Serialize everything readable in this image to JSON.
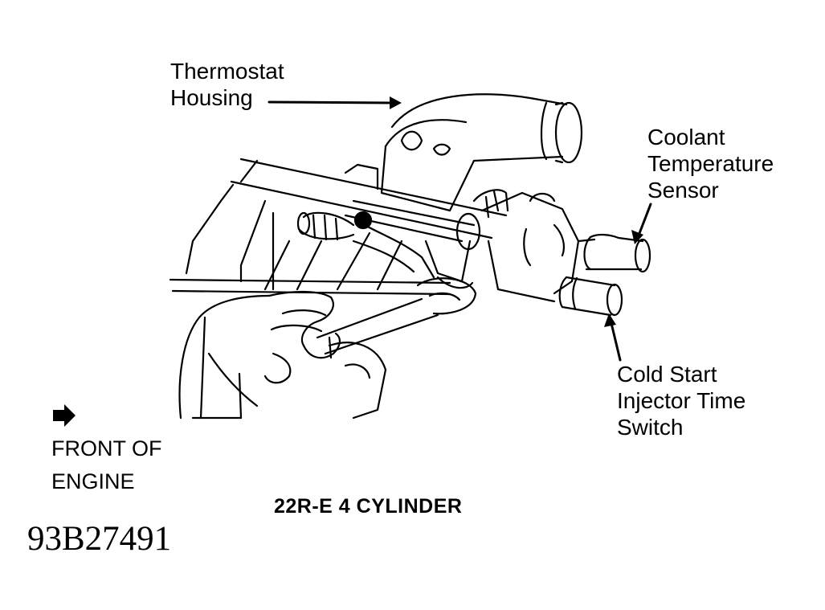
{
  "labels": {
    "thermostat_housing": [
      "Thermostat",
      "Housing"
    ],
    "coolant_temperature_sensor": [
      "Coolant",
      "Temperature",
      "Sensor"
    ],
    "cold_start_injector_time_switch": [
      "Cold Start",
      "Injector Time",
      "Switch"
    ],
    "front_of_engine": [
      "FRONT OF",
      "ENGINE"
    ]
  },
  "caption": "22R-E 4 CYLINDER",
  "figure_number": "93B27491",
  "icons": {
    "front_arrow": "right-arrow-icon"
  }
}
